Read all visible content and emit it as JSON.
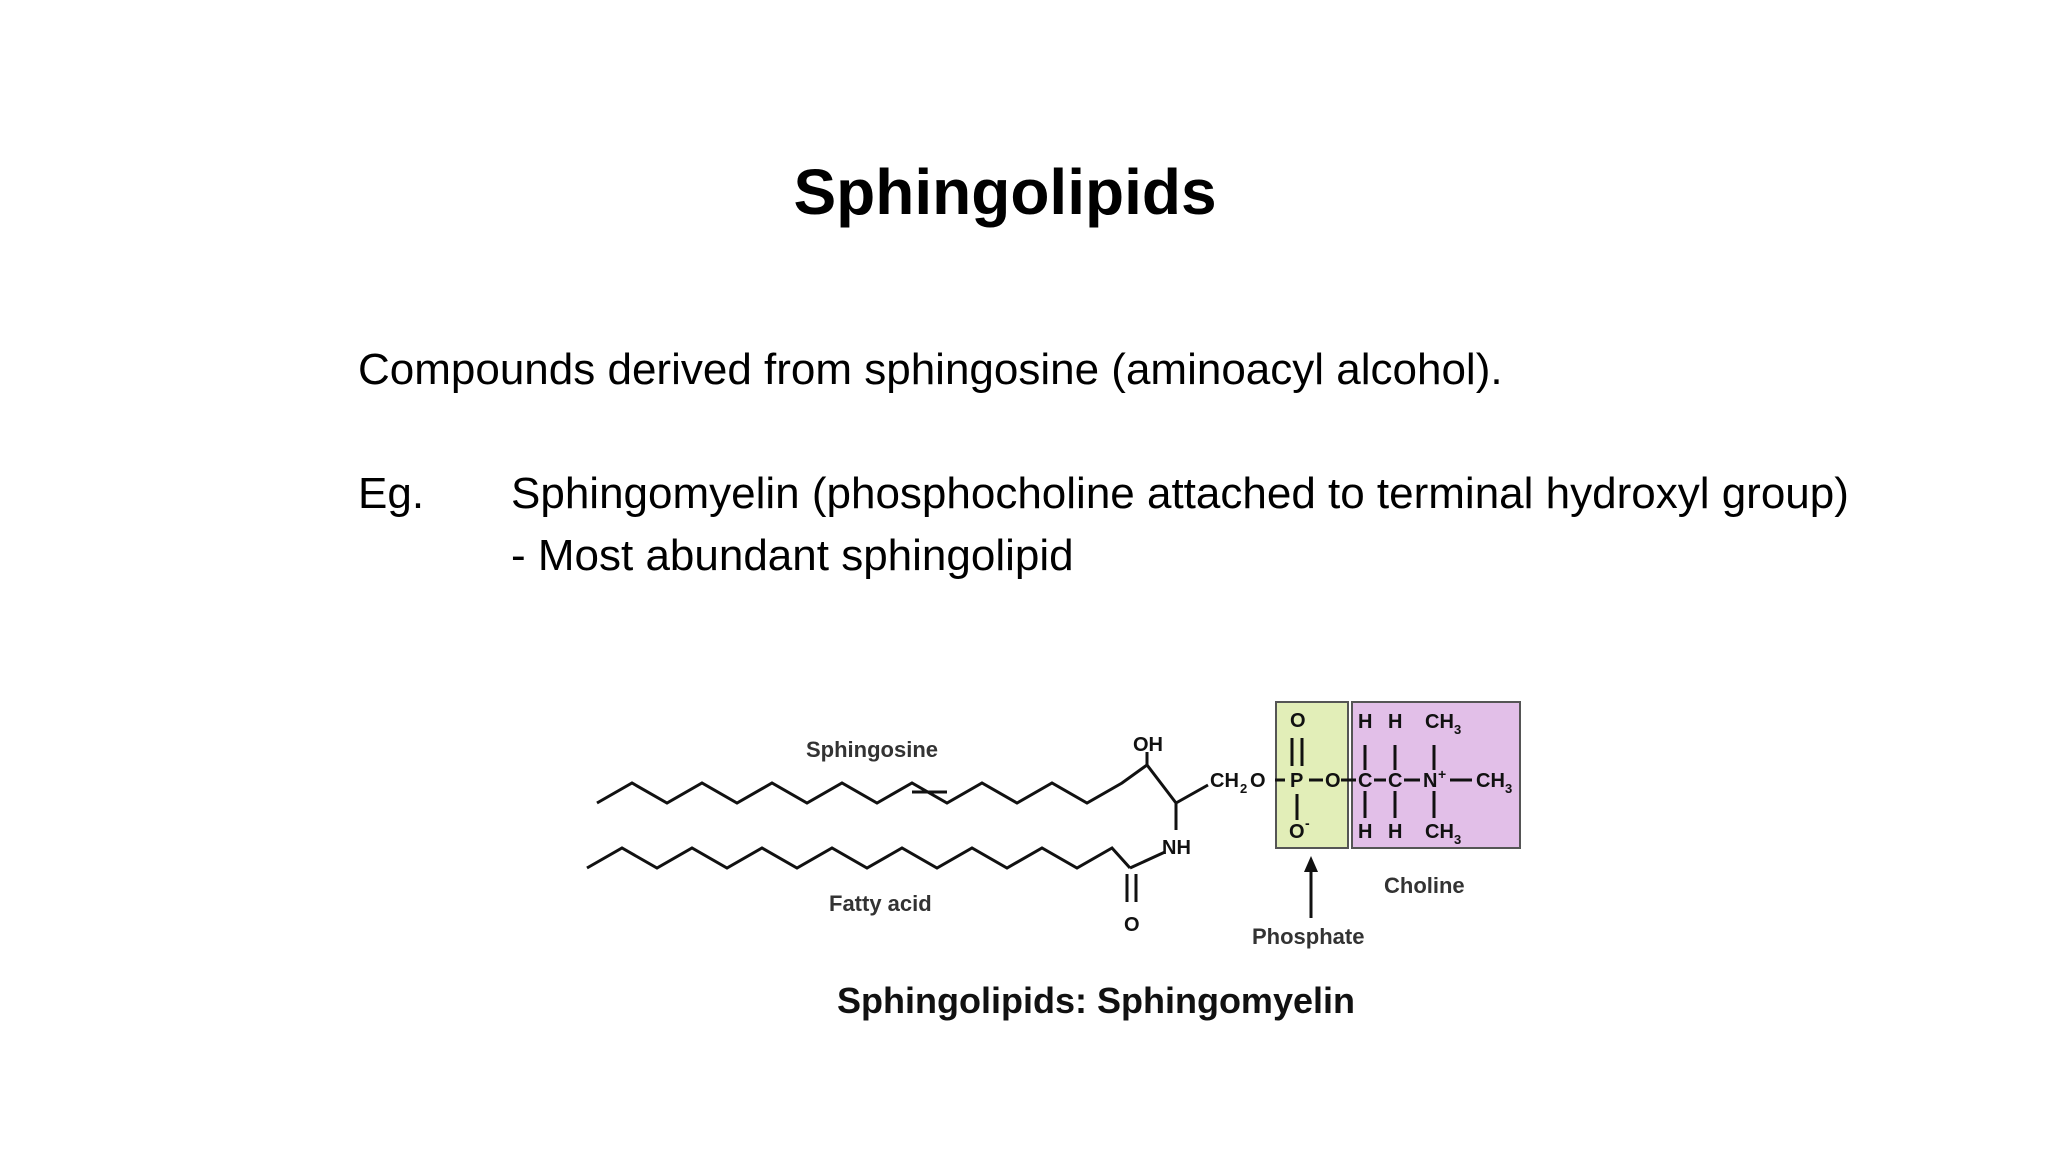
{
  "slide": {
    "title": "Sphingolipids",
    "definition": "Compounds derived from sphingosine  (aminoacyl alcohol).",
    "example_label": "Eg.",
    "example_text": "Sphingomyelin (phosphocholine attached to terminal hydroxyl group)",
    "example_note": "- Most abundant sphingolipid"
  },
  "figure": {
    "caption": "Sphingolipids: Sphingomyelin",
    "labels": {
      "sphingosine": "Sphingosine",
      "fatty_acid": "Fatty acid",
      "phosphate": "Phosphate",
      "choline": "Choline"
    },
    "atoms": {
      "oh": "OH",
      "nh": "NH",
      "o": "O",
      "ch2": "CH",
      "sub2": "2",
      "o_bridge": "O",
      "p": "P",
      "o_minus": "O",
      "minus": "-",
      "c": "C",
      "h": "H",
      "n": "N",
      "plus": "+",
      "ch3": "CH",
      "sub3": "3"
    },
    "colors": {
      "phosphate_box": "#e2eeb8",
      "choline_box": "#e2bfe8",
      "box_border": "#555555"
    }
  }
}
